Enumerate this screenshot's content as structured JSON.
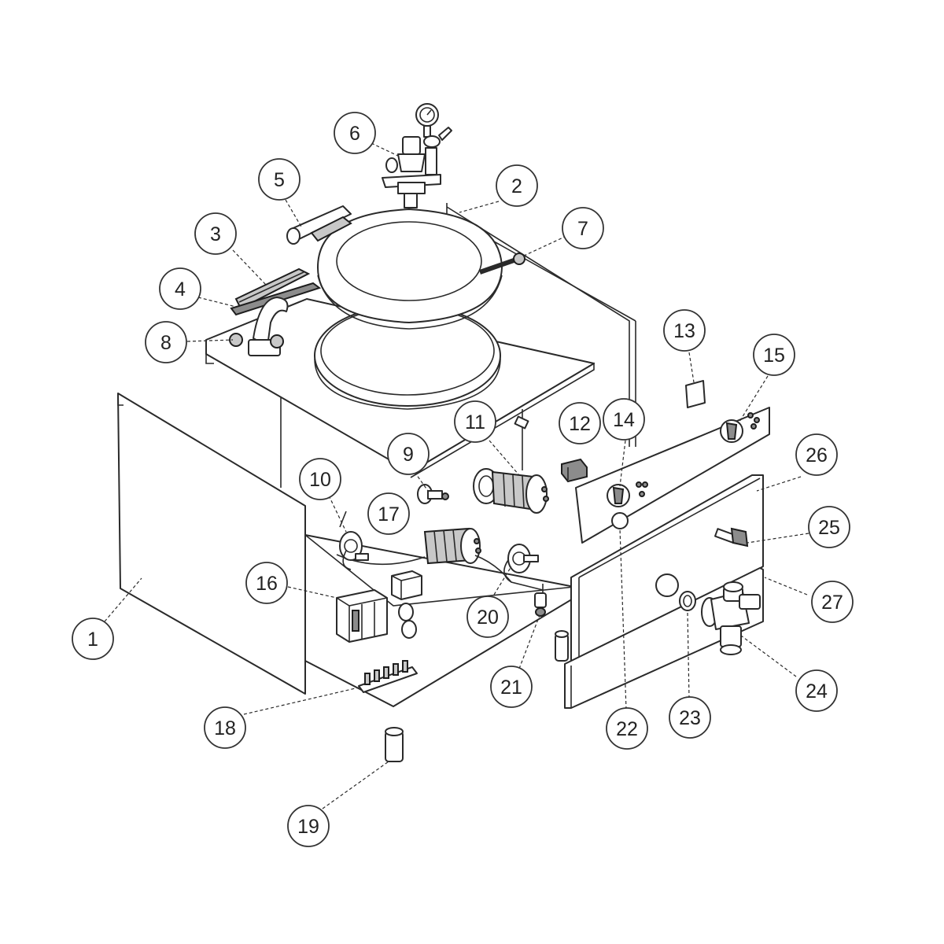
{
  "diagram": {
    "type": "exploded-parts-diagram",
    "line_color": "#2a2a2a",
    "background": "#ffffff",
    "callouts": [
      {
        "id": "1",
        "label": "1"
      },
      {
        "id": "2",
        "label": "2"
      },
      {
        "id": "3",
        "label": "3"
      },
      {
        "id": "4",
        "label": "4"
      },
      {
        "id": "5",
        "label": "5"
      },
      {
        "id": "6",
        "label": "6"
      },
      {
        "id": "7",
        "label": "7"
      },
      {
        "id": "8",
        "label": "8"
      },
      {
        "id": "9",
        "label": "9"
      },
      {
        "id": "10",
        "label": "10"
      },
      {
        "id": "11",
        "label": "11"
      },
      {
        "id": "12",
        "label": "12"
      },
      {
        "id": "13",
        "label": "13"
      },
      {
        "id": "14",
        "label": "14"
      },
      {
        "id": "15",
        "label": "15"
      },
      {
        "id": "16",
        "label": "16"
      },
      {
        "id": "17",
        "label": "17"
      },
      {
        "id": "18",
        "label": "18"
      },
      {
        "id": "19",
        "label": "19"
      },
      {
        "id": "20",
        "label": "20"
      },
      {
        "id": "21",
        "label": "21"
      },
      {
        "id": "22",
        "label": "22"
      },
      {
        "id": "23",
        "label": "23"
      },
      {
        "id": "24",
        "label": "24"
      },
      {
        "id": "25",
        "label": "25"
      },
      {
        "id": "26",
        "label": "26"
      },
      {
        "id": "27",
        "label": "27"
      }
    ]
  }
}
